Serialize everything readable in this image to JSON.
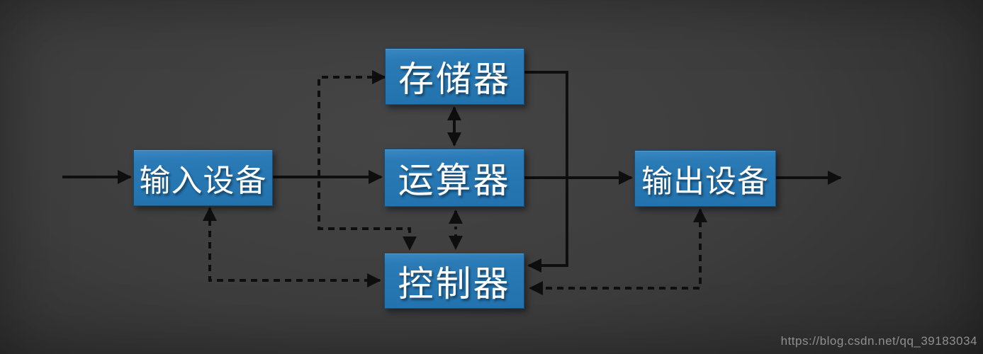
{
  "diagram": {
    "type": "block-diagram",
    "subject": "computer architecture (von Neumann) five components",
    "nodes": {
      "memory": {
        "label": "存储器"
      },
      "input": {
        "label": "输入设备"
      },
      "alu": {
        "label": "运算器"
      },
      "output": {
        "label": "输出设备"
      },
      "controller": {
        "label": "控制器"
      }
    },
    "edges": [
      {
        "from": "external-left",
        "to": "input",
        "style": "solid",
        "arrows": "end"
      },
      {
        "from": "input",
        "to": "alu",
        "style": "solid",
        "arrows": "end"
      },
      {
        "from": "alu",
        "to": "output",
        "style": "solid",
        "arrows": "end"
      },
      {
        "from": "output",
        "to": "external-right",
        "style": "solid",
        "arrows": "end"
      },
      {
        "from": "memory",
        "to": "alu",
        "style": "solid",
        "arrows": "both"
      },
      {
        "from": "memory",
        "to": "controller",
        "style": "solid",
        "arrows": "end",
        "route": "right-side elbow"
      },
      {
        "from": "controller",
        "to": "memory",
        "style": "dashed",
        "arrows": "both",
        "route": "left-side bracket"
      },
      {
        "from": "controller",
        "to": "input",
        "style": "dashed",
        "arrows": "both",
        "route": "bottom-left"
      },
      {
        "from": "controller",
        "to": "output",
        "style": "dashed",
        "arrows": "both",
        "route": "bottom-right"
      },
      {
        "from": "controller",
        "to": "alu",
        "style": "dotted",
        "arrows": "both",
        "route": "vertical"
      }
    ],
    "colors": {
      "node_fill": "#2a7ab6",
      "node_text": "#ffffff",
      "line": "#0e0e0e",
      "background_center": "#454545",
      "background_edge": "#1c1c1c",
      "watermark_text": "#8f8f8f"
    }
  },
  "watermark": {
    "text": "https://blog.csdn.net/qq_39183034"
  }
}
